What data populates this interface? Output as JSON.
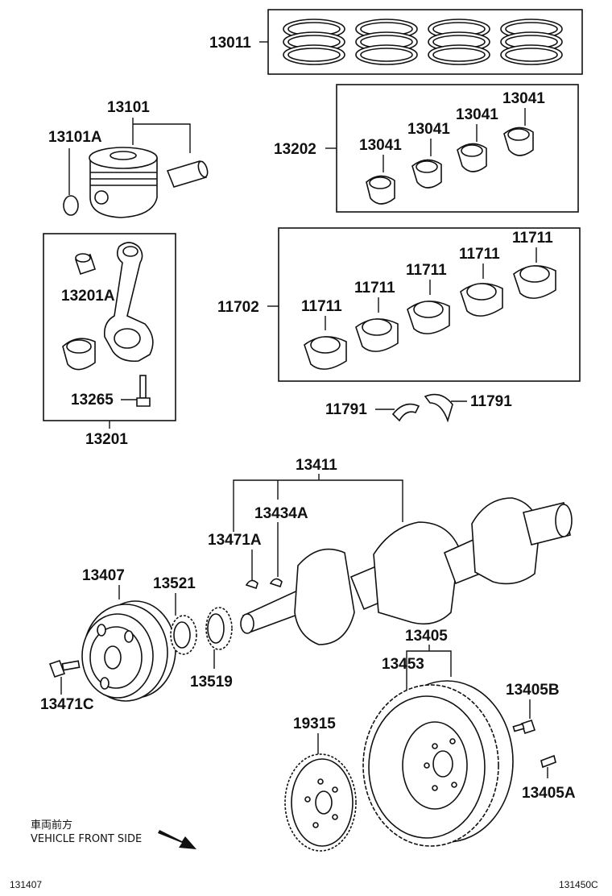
{
  "labels": {
    "p13011": "13011",
    "p13101": "13101",
    "p13101a": "13101A",
    "p13202": "13202",
    "p13041_1": "13041",
    "p13041_2": "13041",
    "p13041_3": "13041",
    "p13041_4": "13041",
    "p13201a": "13201A",
    "p13265": "13265",
    "p13201": "13201",
    "p11702": "11702",
    "p11711_1": "11711",
    "p11711_2": "11711",
    "p11711_3": "11711",
    "p11711_4": "11711",
    "p11711_5": "11711",
    "p11791_l": "11791",
    "p11791_r": "11791",
    "p13411": "13411",
    "p13434a": "13434A",
    "p13471a": "13471A",
    "p13407": "13407",
    "p13521": "13521",
    "p13519": "13519",
    "p13471c": "13471C",
    "p13405": "13405",
    "p13453": "13453",
    "p13405b": "13405B",
    "p13405a": "13405A",
    "p19315": "19315"
  },
  "direction_note": {
    "japanese": "車両前方",
    "english": "VEHICLE FRONT SIDE"
  },
  "footer": {
    "left_code": "131407",
    "right_code": "131450C"
  }
}
